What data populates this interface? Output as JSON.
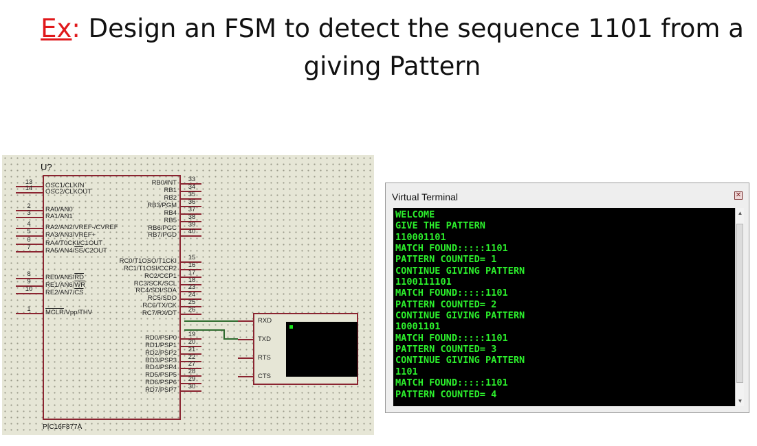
{
  "title": {
    "prefix": "Ex",
    "colon": ":",
    "text": " Design an FSM to detect the sequence 1101 from a giving Pattern"
  },
  "schematic": {
    "ref": "U?",
    "part": "PIC16F877A",
    "pins_left": [
      {
        "num": "13",
        "label": "OSC1/CLKIN"
      },
      {
        "num": "14",
        "label": "OSC2/CLKOUT"
      },
      {
        "num": "2",
        "label": "RA0/AN0"
      },
      {
        "num": "3",
        "label": "RA1/AN1"
      },
      {
        "num": "4",
        "label": "RA2/AN2/VREF-/CVREF"
      },
      {
        "num": "5",
        "label": "RA3/AN3/VREF+"
      },
      {
        "num": "6",
        "label": "RA4/T0CKI/C1OUT"
      },
      {
        "num": "7",
        "label": "RA5/AN4/SS/C2OUT"
      },
      {
        "num": "8",
        "label": "RE0/AN5/RD"
      },
      {
        "num": "9",
        "label": "RE1/AN6/WR"
      },
      {
        "num": "10",
        "label": "RE2/AN7/CS"
      },
      {
        "num": "1",
        "label": "MCLR/Vpp/THV"
      }
    ],
    "pins_right": [
      {
        "num": "33",
        "label": "RB0/INT"
      },
      {
        "num": "34",
        "label": "RB1"
      },
      {
        "num": "35",
        "label": "RB2"
      },
      {
        "num": "36",
        "label": "RB3/PGM"
      },
      {
        "num": "37",
        "label": "RB4"
      },
      {
        "num": "38",
        "label": "RB5"
      },
      {
        "num": "39",
        "label": "RB6/PGC"
      },
      {
        "num": "40",
        "label": "RB7/PGD"
      },
      {
        "num": "15",
        "label": "RC0/T1OSO/T1CKI"
      },
      {
        "num": "16",
        "label": "RC1/T1OSI/CCP2"
      },
      {
        "num": "17",
        "label": "RC2/CCP1"
      },
      {
        "num": "18",
        "label": "RC3/SCK/SCL"
      },
      {
        "num": "23",
        "label": "RC4/SDI/SDA"
      },
      {
        "num": "24",
        "label": "RC5/SDO"
      },
      {
        "num": "25",
        "label": "RC6/TX/CK"
      },
      {
        "num": "26",
        "label": "RC7/RX/DT"
      },
      {
        "num": "19",
        "label": "RD0/PSP0"
      },
      {
        "num": "20",
        "label": "RD1/PSP1"
      },
      {
        "num": "21",
        "label": "RD2/PSP2"
      },
      {
        "num": "22",
        "label": "RD3/PSP3"
      },
      {
        "num": "27",
        "label": "RD4/PSP4"
      },
      {
        "num": "28",
        "label": "RD5/PSP5"
      },
      {
        "num": "29",
        "label": "RD6/PSP6"
      },
      {
        "num": "30",
        "label": "RD7/PSP7"
      }
    ],
    "terminal_pins": [
      "RXD",
      "TXD",
      "RTS",
      "CTS"
    ],
    "colors": {
      "wire": "#2d6a2d",
      "component": "#8a2430",
      "background": "#e6e6d6"
    }
  },
  "virtual_terminal": {
    "title": "Virtual Terminal",
    "close_icon": "close-icon",
    "lines": [
      "WELCOME",
      "GIVE THE PATTERN",
      "110001101",
      "MATCH FOUND:::::1101",
      "PATTERN COUNTED= 1",
      "CONTINUE GIVING PATTERN",
      "1100111101",
      "MATCH FOUND:::::1101",
      "PATTERN COUNTED= 2",
      "CONTINUE GIVING PATTERN",
      "10001101",
      "MATCH FOUND:::::1101",
      "PATTERN COUNTED= 3",
      "CONTINUE GIVING PATTERN",
      "1101",
      "MATCH FOUND:::::1101",
      "PATTERN COUNTED= 4"
    ],
    "colors": {
      "text": "#2cf02c",
      "screen": "#000000"
    }
  }
}
